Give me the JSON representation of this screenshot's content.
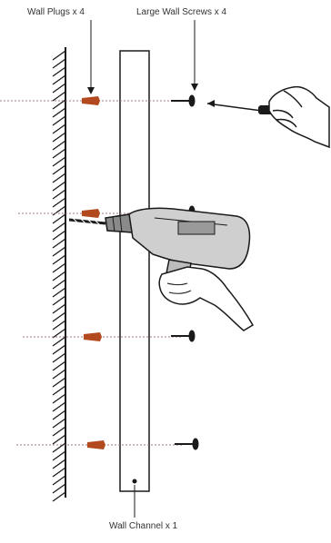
{
  "labels": {
    "wall_plugs": "Wall Plugs x 4",
    "wall_screws": "Large Wall Screws x 4",
    "wall_channel": "Wall Channel x 1"
  },
  "colors": {
    "plug": "#b34a1f",
    "guide_line": "#a07878",
    "ink": "#1a1a1a",
    "drill_body": "#cfcfcf"
  },
  "icons": [
    "wall-hatch-icon",
    "wall-plug-icon",
    "wall-screw-icon",
    "screwdriver-icon",
    "hand-icon",
    "power-drill-icon"
  ]
}
